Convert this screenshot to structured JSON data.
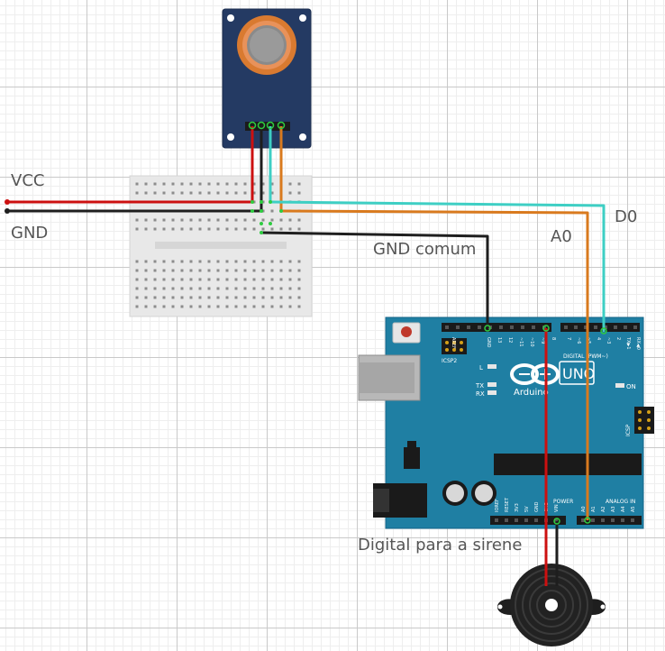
{
  "labels": {
    "vcc": "VCC",
    "gnd": "GND",
    "gnd_common": "GND comum",
    "a0": "A0",
    "d0": "D0",
    "siren": "Digital para a sirene"
  },
  "arduino": {
    "logo_text": "Arduino",
    "brand_text": "UNO",
    "reset_label": "RESET",
    "icsp2_label": "ICSP2",
    "icsp_label": "ICSP",
    "on_label": "ON",
    "l_label": "L",
    "tx_label": "TX",
    "rx_label": "RX",
    "digital_header_label": "DIGITAL (PWM~)",
    "power_header_label": "POWER",
    "analog_header_label": "ANALOG IN",
    "top_pins": [
      "AREF",
      "GND",
      "13",
      "12",
      "~11",
      "~10",
      "~9",
      "8",
      "7",
      "~6",
      "~5",
      "4",
      "~3",
      "2",
      "TX▶1",
      "RX◀0"
    ],
    "bottom_power_pins": [
      "IOREF",
      "RESET",
      "3V3",
      "5V",
      "GND",
      "GND",
      "VIN"
    ],
    "bottom_analog_pins": [
      "A0",
      "A1",
      "A2",
      "A3",
      "A4",
      "A5"
    ]
  },
  "colors": {
    "vcc_wire": "#cc1010",
    "gnd_wire": "#1e1e1e",
    "a0_wire": "#d97a1e",
    "d0_wire": "#3ecfc4",
    "board": "#1f7fa3",
    "sensor_board": "#243a63"
  }
}
